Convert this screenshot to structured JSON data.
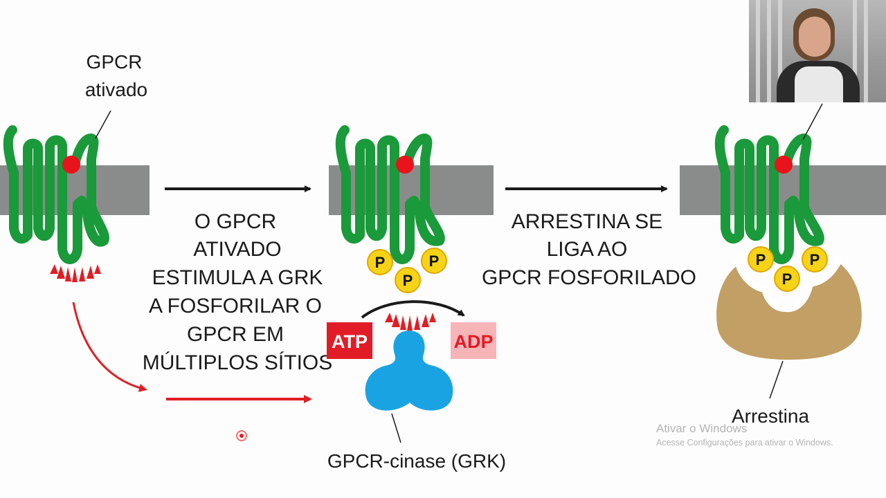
{
  "labels": {
    "gpcr_activated_line1": "GPCR",
    "gpcr_activated_line2": "ativado",
    "phosphate": "P",
    "atp": "ATP",
    "adp": "ADP",
    "grk": "GPCR-cinase (GRK)",
    "arrestin": "Arrestina"
  },
  "step1": [
    "O GPCR",
    "ATIVADO",
    "ESTIMULA A GRK",
    "A FOSFORILAR O",
    "GPCR EM",
    "MÚLTIPLOS SÍTIOS"
  ],
  "step2": [
    "ARRESTINA SE",
    "LIGA AO",
    "GPCR FOSFORILADO"
  ],
  "watermark": {
    "title": "Ativar o Windows",
    "subtitle": "Acesse Configurações para ativar o Windows."
  },
  "colors": {
    "receptor": "#1a9a3a",
    "ligand": "#e8131b",
    "membrane": "#8a8c8b",
    "phosphate": "#f6d316",
    "grk": "#1aa3e2",
    "arrestin": "#c29f64",
    "atp_box": "#e21c26",
    "adp_box": "#f7b5b8"
  },
  "icons": {
    "webcam": "presenter-webcam",
    "cursor": "cursor-dot-icon"
  }
}
